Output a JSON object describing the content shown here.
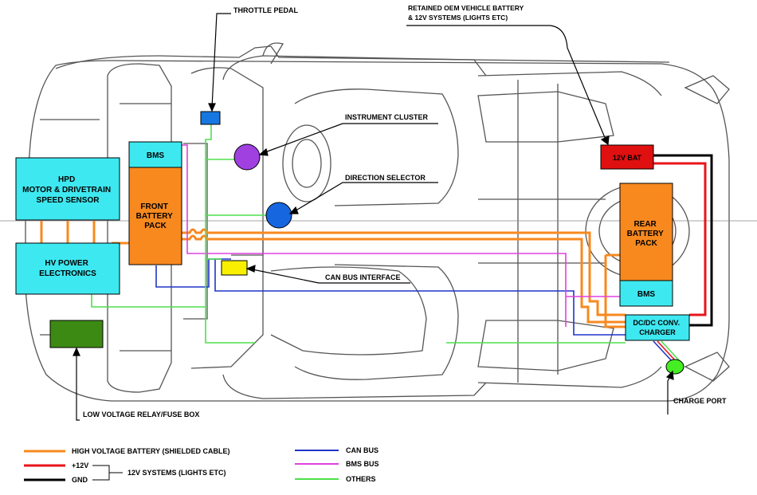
{
  "diagram": {
    "components": {
      "motor": [
        "HPD",
        "MOTOR & DRIVETRAIN",
        "SPEED SENSOR"
      ],
      "power_electronics": [
        "HV POWER",
        "ELECTRONICS"
      ],
      "bms_front": "BMS",
      "front_pack": [
        "FRONT",
        "BATTERY",
        "PACK"
      ],
      "rear_pack": [
        "REAR",
        "BATTERY",
        "PACK"
      ],
      "bms_rear": "BMS",
      "dcdc": [
        "DC/DC CONV.",
        "CHARGER"
      ],
      "bat12v": "12V BAT"
    },
    "callouts": {
      "throttle": "THROTTLE PEDAL",
      "oem_battery": [
        "RETAINED OEM VEHICLE BATTERY",
        "& 12V SYSTEMS (LIGHTS ETC)"
      ],
      "instrument_cluster": "INSTRUMENT CLUSTER",
      "direction_selector": "DIRECTION SELECTOR",
      "can_interface": "CAN BUS INTERFACE",
      "relay_fuse": "LOW VOLTAGE RELAY/FUSE BOX",
      "charge_port": "CHARGE PORT"
    },
    "colors": {
      "high_voltage": "#f7891f",
      "plus12v": "#e8141b",
      "gnd": "#000000",
      "can_bus": "#1f35c8",
      "bms_bus": "#e040e0",
      "others": "#4de04d",
      "cyan": "#3ee8f0",
      "orange_box": "#f7891f",
      "red_box": "#e01010",
      "yellow_box": "#f8f000",
      "green_box": "#3c8a14",
      "blue_box": "#1677e0",
      "purple_circle": "#a040e0",
      "blue_circle": "#1666e0",
      "lime_circle": "#44ee22"
    }
  },
  "legend": {
    "high_voltage": "HIGH VOLTAGE BATTERY (SHIELDED CABLE)",
    "plus12v": "+12V",
    "gnd": "GND",
    "systems12v": "12V SYSTEMS (LIGHTS ETC)",
    "can_bus": "CAN BUS",
    "bms_bus": "BMS BUS",
    "others": "OTHERS"
  }
}
